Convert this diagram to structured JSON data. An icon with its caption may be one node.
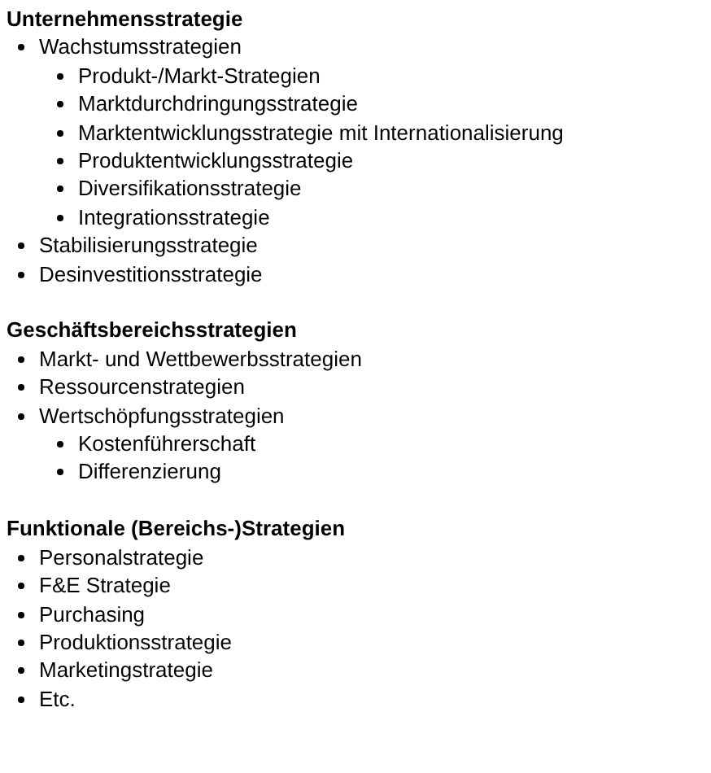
{
  "diagram": {
    "labels": [
      "Unternehmensstrategie",
      "Wachstumsstrategien",
      "Produkt-/Markt-Strategien",
      "Marktdurchdringungsstrategie",
      "Marktentwicklungsstrategie mit Internationalisierung",
      "Produktentwicklungsstrategie",
      "Diversifikationsstrategie",
      "Integrationsstrategie",
      "Stabilisierungsstrategie",
      "Desinvestitionsstrategie",
      "Geschäftsbereichsstrategien",
      "Markt- und Wettbewerbsstrategien",
      "Ressourcenstrategien",
      "Wertschöpfungsstrategien",
      "Kostenführerschaft",
      "Differenzierung",
      "Funktionale (Bereichs-)Strategien",
      "Personalstrategie",
      "F&E Strategie",
      "Purchasing",
      "Produktionsstrategie",
      "Marketingstrategie",
      "Etc."
    ]
  }
}
